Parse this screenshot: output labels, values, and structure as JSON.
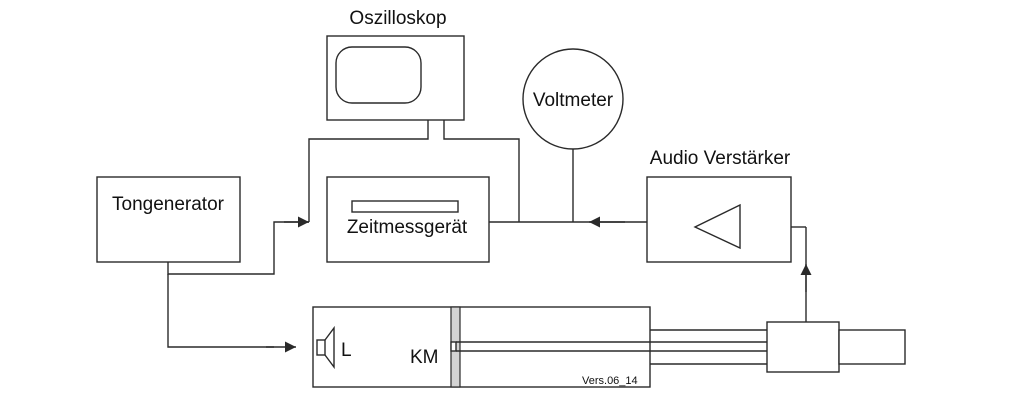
{
  "labels": {
    "oscilloscope": "Oszilloskop",
    "voltmeter": "Voltmeter",
    "amplifier": "Audio Verstärker",
    "tone_generator": "Tongenerator",
    "timer": "Zeitmessgerät",
    "speaker": "L",
    "microphone": "KM",
    "version": "Vers.06_14"
  },
  "colors": {
    "line": "#2a2a2a",
    "partition": "#d3d3d3",
    "background": "#ffffff"
  }
}
